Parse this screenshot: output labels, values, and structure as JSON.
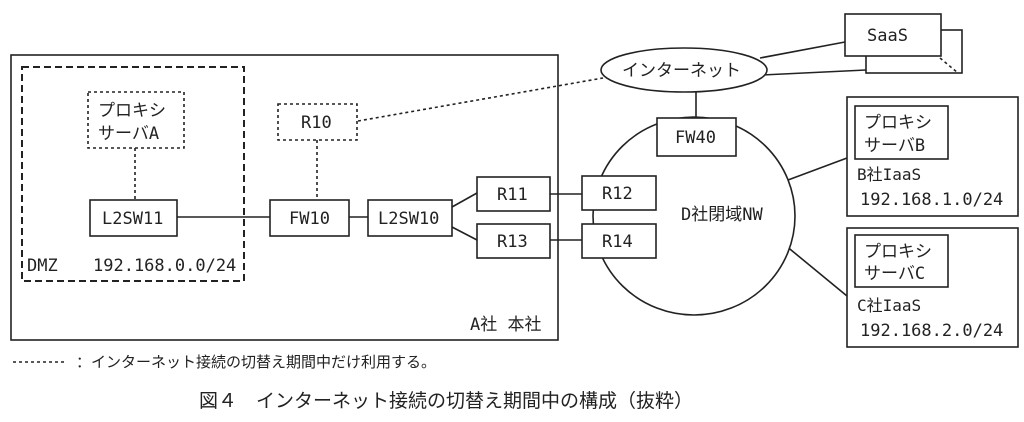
{
  "nodes": {
    "saas": "SaaS",
    "internet": "インターネット",
    "proxy_a": [
      "プロキシ",
      "サーバA"
    ],
    "r10": "R10",
    "fw40": "FW40",
    "proxy_b": [
      "プロキシ",
      "サーバB"
    ],
    "proxy_c": [
      "プロキシ",
      "サーバC"
    ],
    "l2sw11": "L2SW11",
    "fw10": "FW10",
    "l2sw10": "L2SW10",
    "r11": "R11",
    "r12": "R12",
    "r13": "R13",
    "r14": "R14",
    "closed_nw": "D社閉域NW"
  },
  "zones": {
    "dmz_label": "DMZ",
    "dmz_subnet": "192.168.0.0/24",
    "hq_label": "A社 本社",
    "b_label": "B社IaaS",
    "b_subnet": "192.168.1.0/24",
    "c_label": "C社IaaS",
    "c_subnet": "192.168.2.0/24"
  },
  "legend": {
    "line_sample": "------",
    "text": "：インターネット接続の切替え期間中だけ利用する。"
  },
  "caption": "図４　インターネット接続の切替え期間中の構成（抜粋）"
}
